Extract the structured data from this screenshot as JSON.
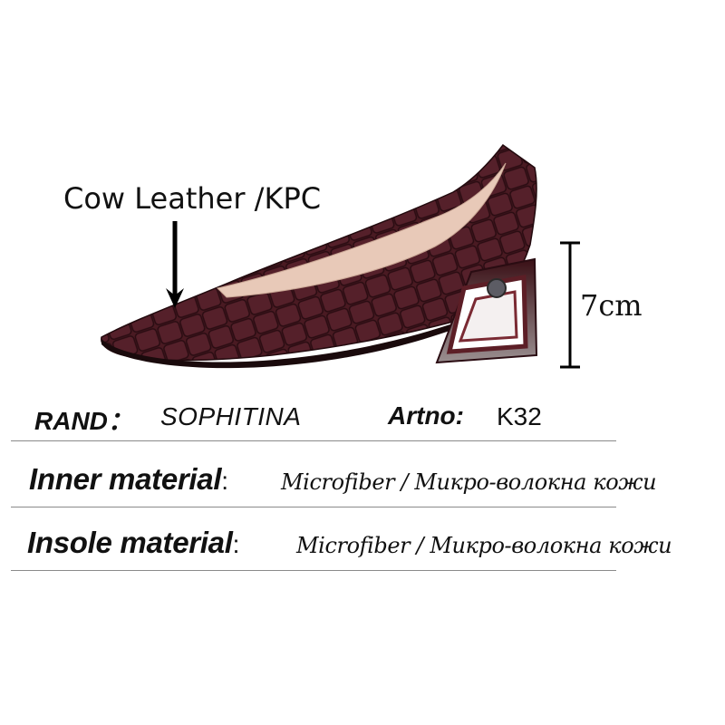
{
  "illustration": {
    "subject": "shoe-photo",
    "shoe_color": "#4a1a22",
    "lining_color": "#e8c9b8",
    "heel_frame_color": "#5c1e26"
  },
  "callout": {
    "label": "Cow Leather /KPC"
  },
  "height": {
    "label": "7cm"
  },
  "specs": {
    "brand_key": "RAND：",
    "brand_value": "SOPHITINA",
    "art_key": "Artno:",
    "art_value": "K32",
    "inner_key": "Inner material",
    "inner_colon": ":",
    "inner_value": "Microfiber / Микро-волокна кожи",
    "insole_key": "Insole material",
    "insole_colon": ":",
    "insole_value": "Microfiber / Микро-волокна кожи"
  }
}
